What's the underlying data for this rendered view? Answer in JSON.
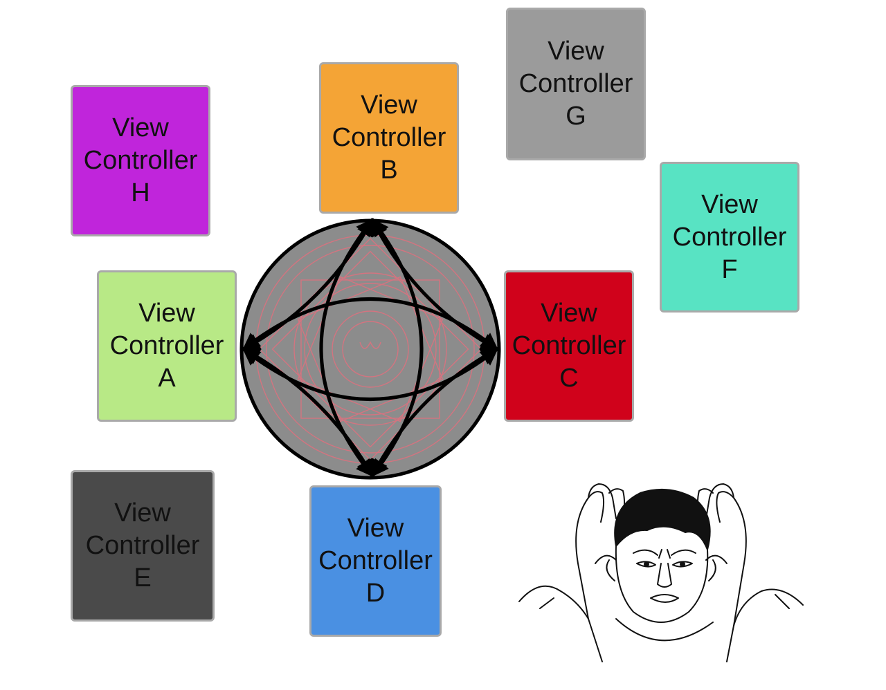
{
  "view_controllers": [
    {
      "id": "h",
      "line1": "View",
      "line2": "Controller",
      "letter": "H",
      "color": "#c025db"
    },
    {
      "id": "b",
      "line1": "View",
      "line2": "Controller",
      "letter": "B",
      "color": "#f4a436"
    },
    {
      "id": "g",
      "line1": "View",
      "line2": "Controller",
      "letter": "G",
      "color": "#9b9b9b"
    },
    {
      "id": "f",
      "line1": "View",
      "line2": "Controller",
      "letter": "F",
      "color": "#58e3c3"
    },
    {
      "id": "a",
      "line1": "View",
      "line2": "Controller",
      "letter": "A",
      "color": "#b8e986"
    },
    {
      "id": "c",
      "line1": "View",
      "line2": "Controller",
      "letter": "C",
      "color": "#d0021b"
    },
    {
      "id": "e",
      "line1": "View",
      "line2": "Controller",
      "letter": "E",
      "color": "#4a4a4a"
    },
    {
      "id": "d",
      "line1": "View",
      "line2": "Controller",
      "letter": "D",
      "color": "#4a90e2"
    }
  ],
  "hub": {
    "fill": "#8c8c8c",
    "ornament_color": "#e0707e",
    "arrow_color": "#000000",
    "connects": [
      "A",
      "B",
      "C",
      "D"
    ]
  },
  "meme": {
    "icon": "confused-face-meme"
  }
}
